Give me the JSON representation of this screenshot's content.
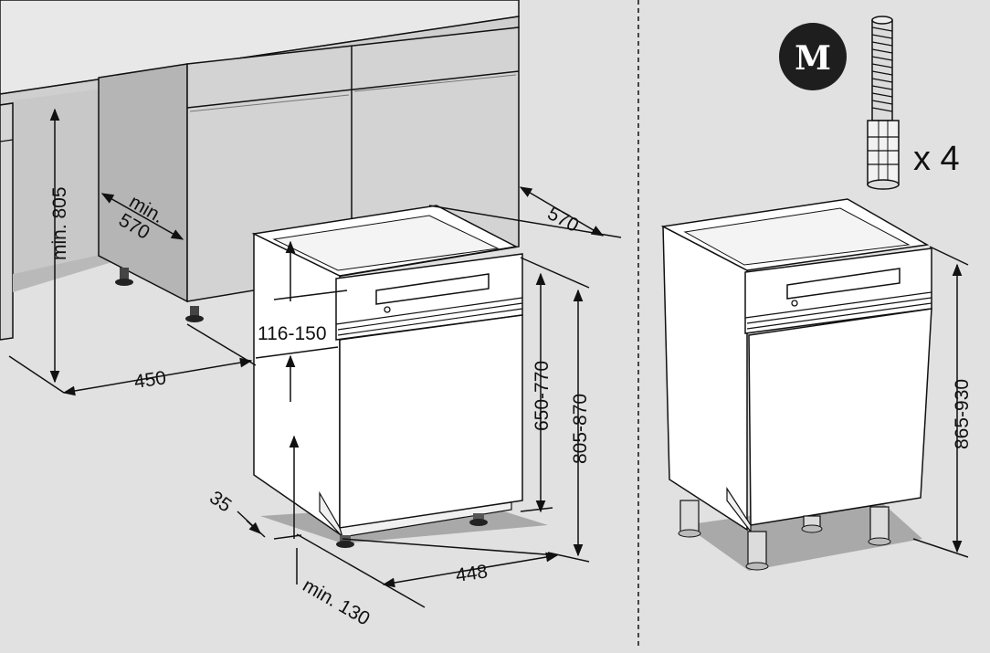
{
  "left_diagram": {
    "niche_height": "min. 805",
    "niche_depth": "min.\n570",
    "niche_width": "450",
    "unit_depth": "570",
    "top_gap": "116-150",
    "door_height": "650-770",
    "unit_height": "805-870",
    "plinth_offset": "35",
    "plinth_height": "min. 130",
    "unit_width": "448"
  },
  "right_diagram": {
    "badge_letter": "M",
    "feet_quantity": "x 4",
    "unit_height": "865-930"
  },
  "colors": {
    "background": "#e1e1e1",
    "cabinet_light": "#d3d3d3",
    "cabinet_dark": "#b7b7b7",
    "appliance_white": "#ffffff",
    "shadow": "#a9a9a9",
    "line": "#111111"
  }
}
